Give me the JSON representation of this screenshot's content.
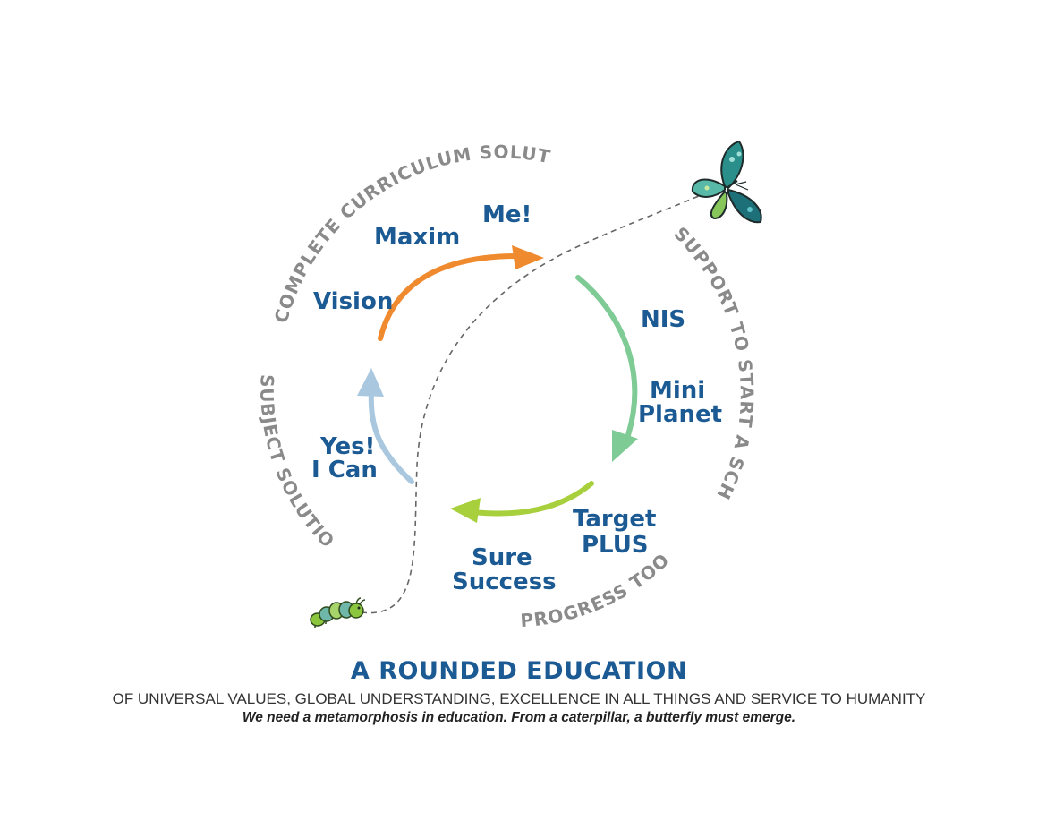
{
  "colors": {
    "orange_arrow": "#f08a2e",
    "green_arrow": "#7ecb95",
    "lime_arrow": "#a8cf3c",
    "blue_arrow": "#a9c8e0",
    "program_text": "#1c5a94",
    "category_text": "#8a8a8a",
    "dashed_path": "#666666"
  },
  "categories": {
    "complete_curriculum": "COMPLETE CURRICULUM SOLUTIONS",
    "support_school": "SUPPORT TO START A SCHOOL",
    "progress_tools": "PROGRESS TOOLS",
    "subject_solutions": "SUBJECT SOLUTIONS"
  },
  "programs": {
    "me": "Me!",
    "maxim": "Maxim",
    "vision": "Vision",
    "nis": "NIS",
    "mini_planet_line1": "Mini",
    "mini_planet_line2": "Planet",
    "target_plus_line1": "Target",
    "target_plus_line2": "PLUS",
    "sure_success_line1": "Sure",
    "sure_success_line2": "Success",
    "yes_i_can_line1": "Yes!",
    "yes_i_can_line2": "I Can"
  },
  "icons": {
    "butterfly": "butterfly-icon",
    "caterpillar": "caterpillar-icon"
  },
  "footer": {
    "headline": "A ROUNDED EDUCATION",
    "subline": "OF UNIVERSAL VALUES, GLOBAL UNDERSTANDING, EXCELLENCE IN ALL THINGS AND SERVICE TO HUMANITY",
    "tagline": "We need a metamorphosis in education. From a caterpillar, a butterfly must emerge."
  }
}
